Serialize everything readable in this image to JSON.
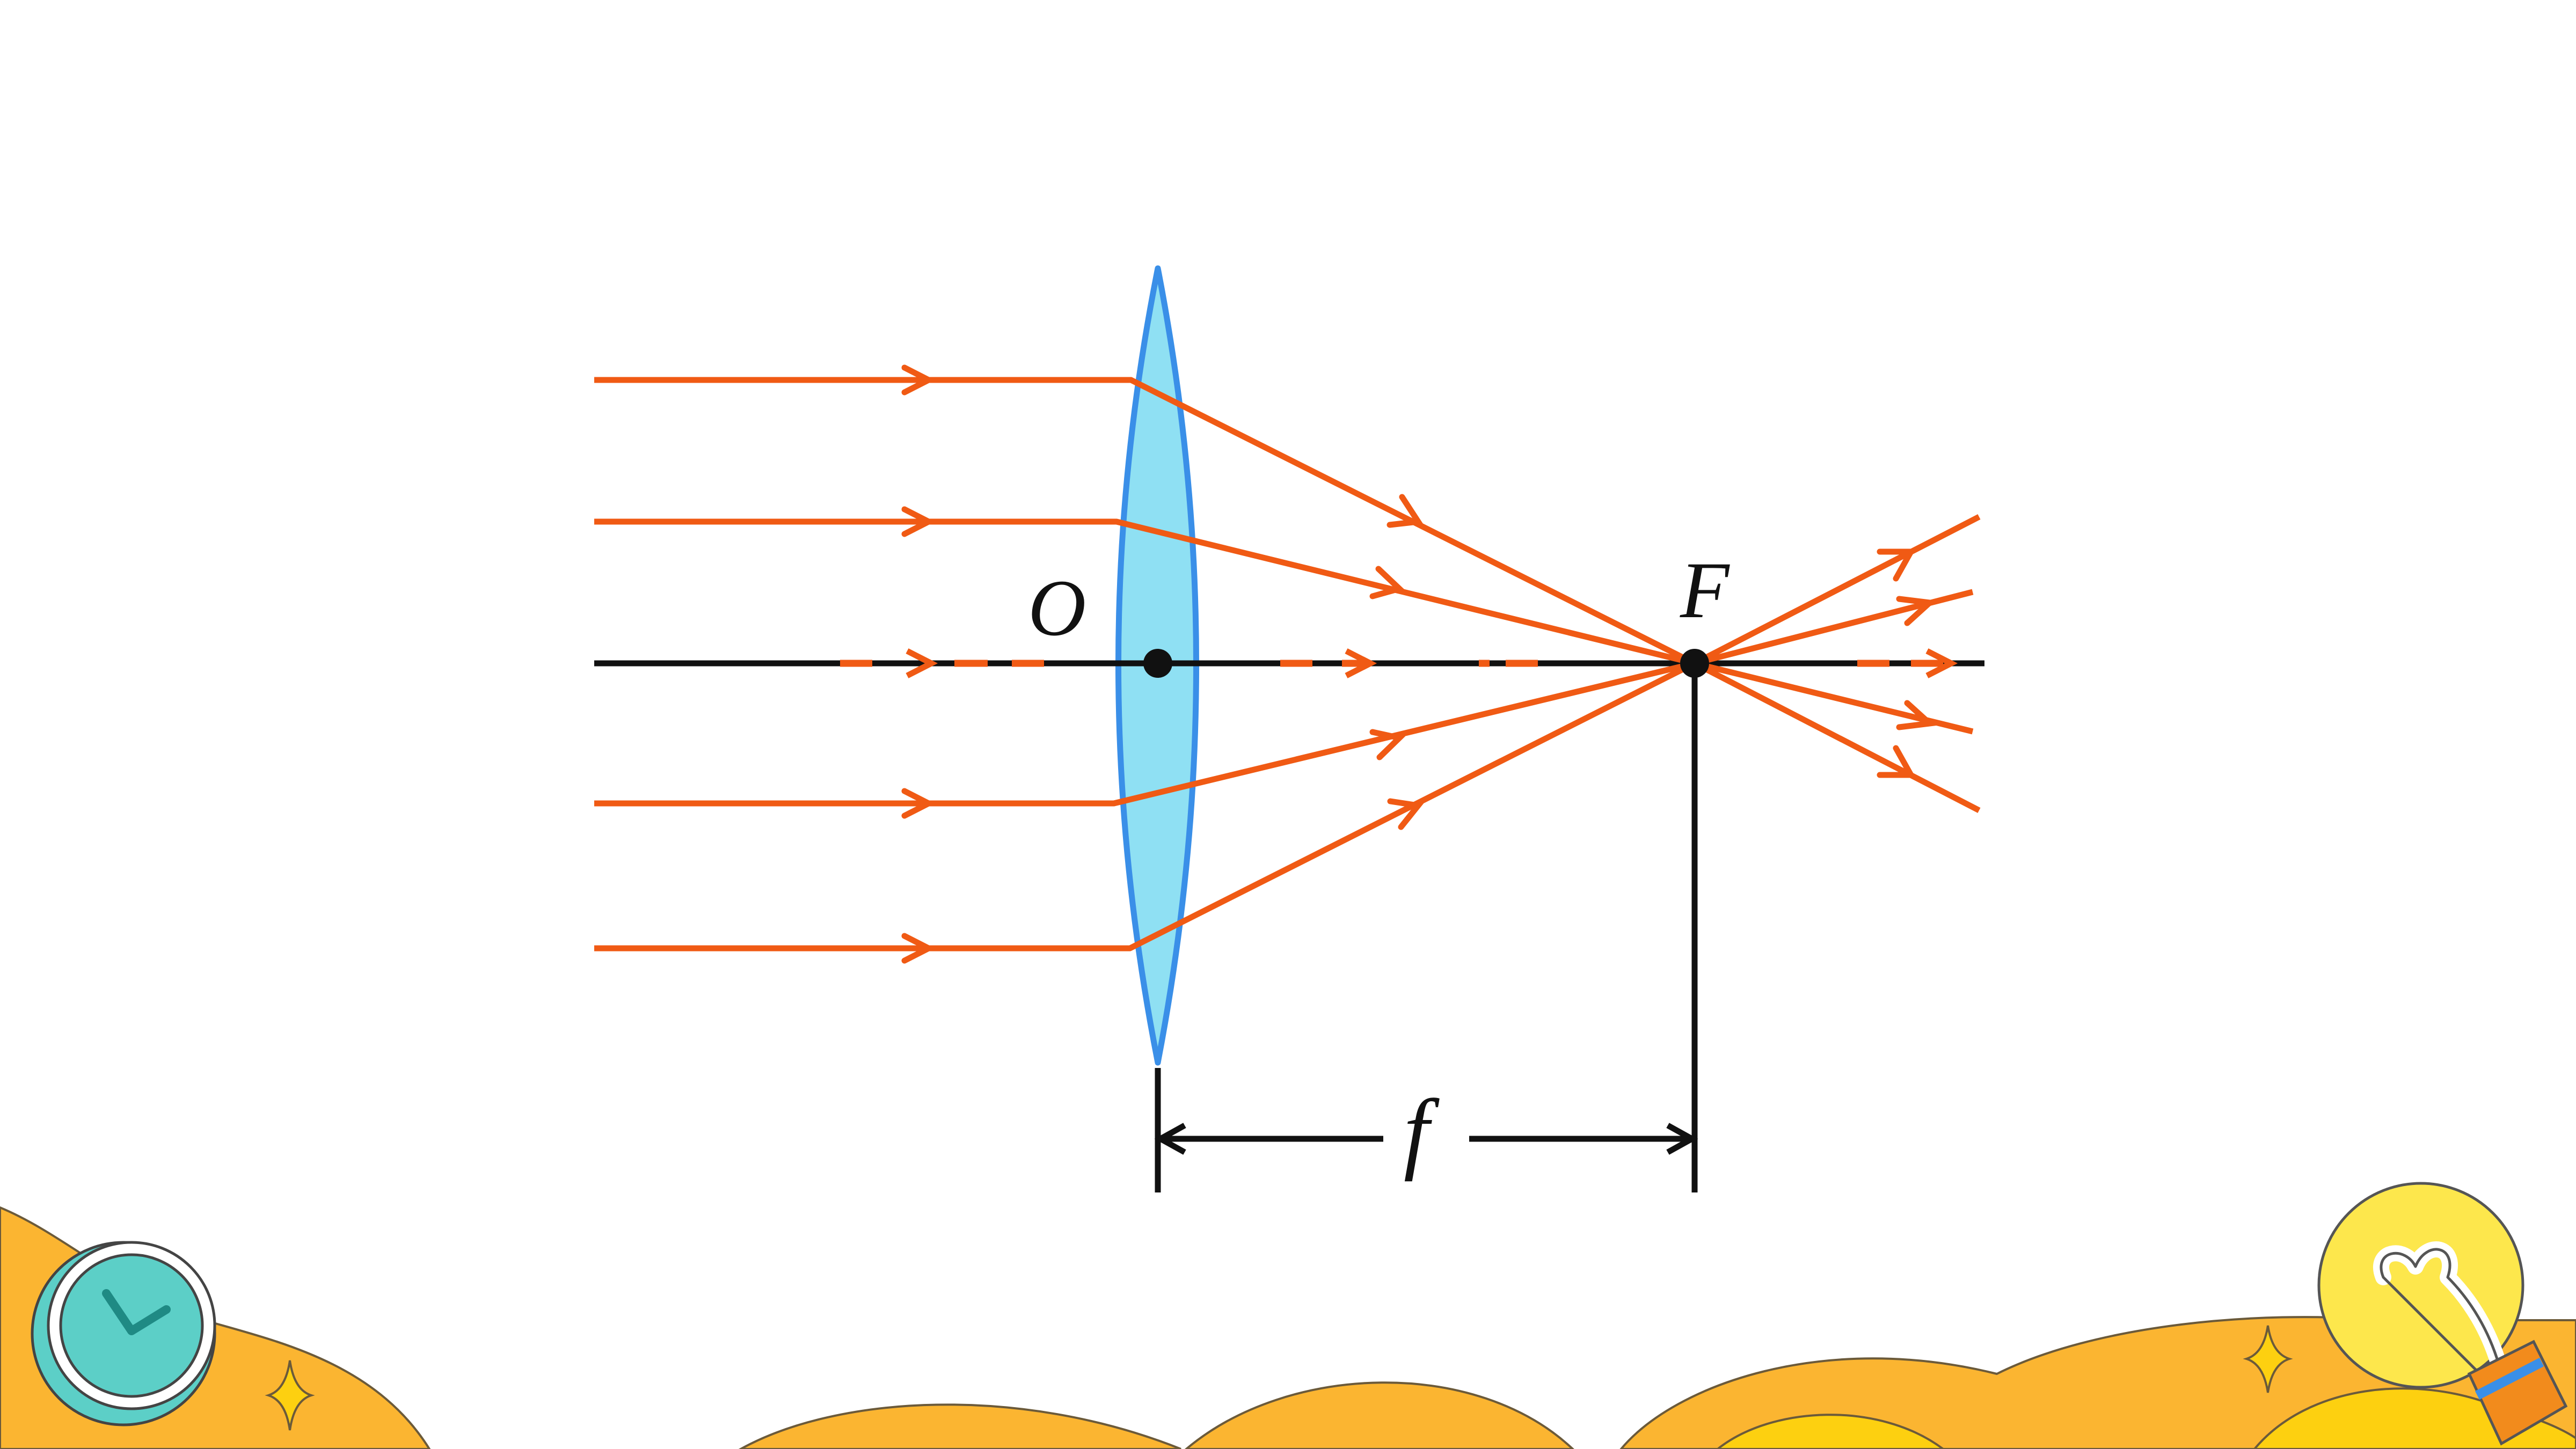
{
  "diagram": {
    "center_label": "O",
    "focus_label": "F",
    "focal_length_label": "f"
  },
  "colors": {
    "ray": "#f05a14",
    "axis": "#111111",
    "lens_fill": "#8fe0f3",
    "lens_stroke": "#3a8fe8",
    "deco_orange": "#fbb531",
    "deco_yellow": "#fdd010",
    "clock_teal": "#5ccfc7",
    "bulb_yellow": "#fde74c"
  },
  "icons": [
    "clock-icon",
    "lightbulb-icon",
    "sparkle-icon"
  ]
}
